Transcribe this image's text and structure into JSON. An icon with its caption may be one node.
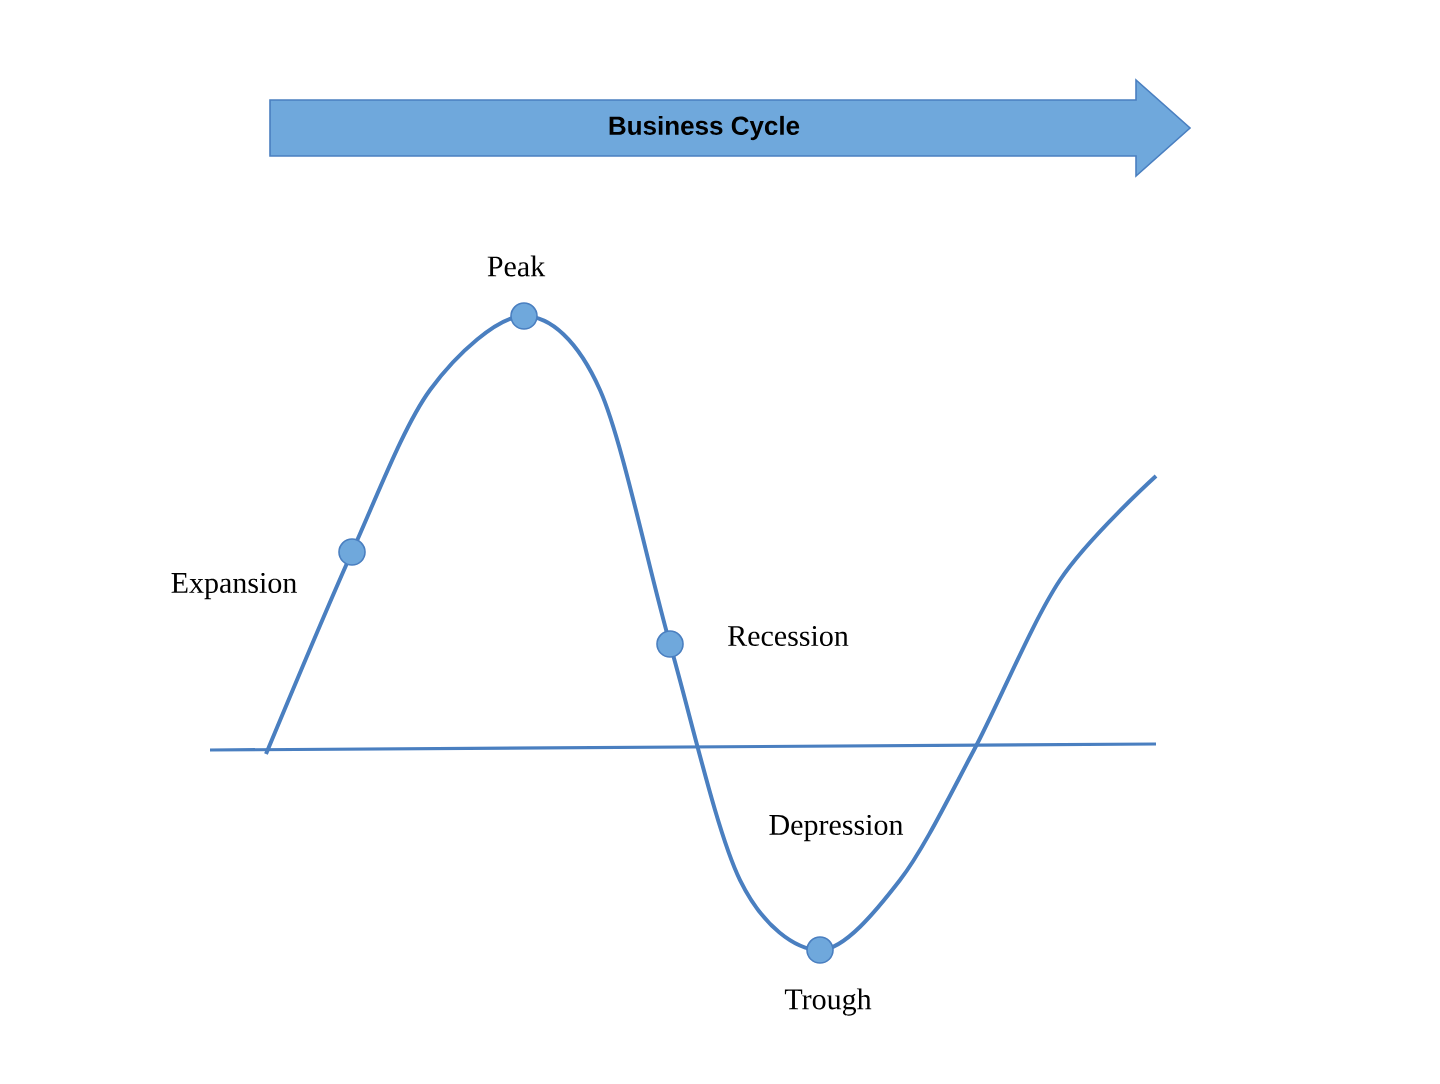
{
  "diagram": {
    "nodes": [
      {
        "text": [
          "Business Cycle"
        ]
      }
    ],
    "edges": [],
    "labels": [
      "Peak",
      "Expansion",
      "Recession",
      "Depression",
      "Trough"
    ]
  }
}
